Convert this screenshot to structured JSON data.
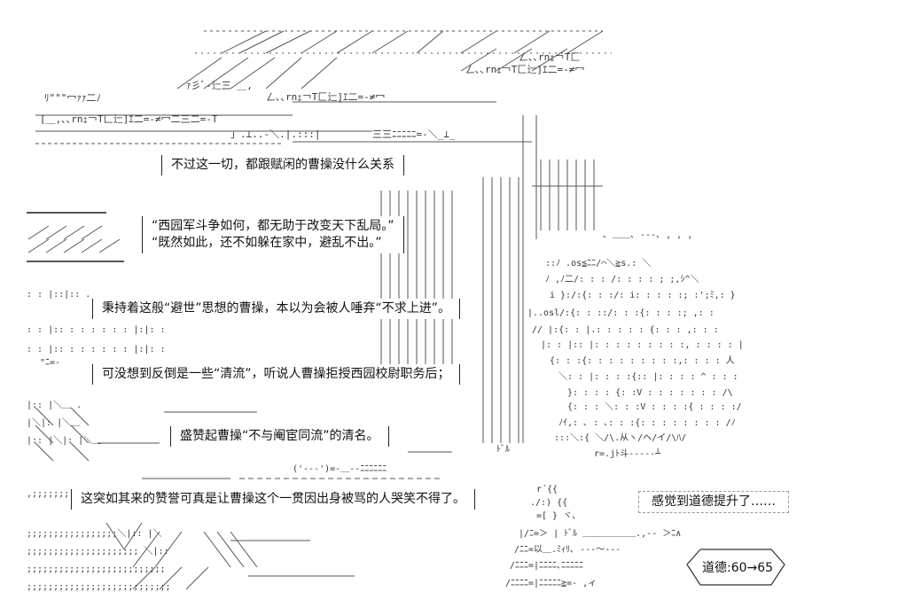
{
  "captions": {
    "c1": "不过这一切，都跟赋闲的曹操没什么关系",
    "c2_l1": "“西园军斗争如何，都无助于改变天下乱局。”",
    "c2_l2": "“既然如此，还不如躲在家中，避乱不出。”",
    "c3": "秉持着这般“避世”思想的曹操，本以为会被人唾弃“不求上进”。",
    "c4": "可没想到反倒是一些“清流”，听说人曹操拒授西园校尉职务后；",
    "c5": "盛赞起曹操“不与阉宦同流”的清名。",
    "c6": "这突如其来的赞誉可真是让曹操这个一贯因出身被骂的人哭笑不得了。",
    "c7": "感觉到道德提升了……",
    "status": "道德:60→65"
  },
  "icons": {
    "roof": "roof-lines-art",
    "building": "building-columns-art",
    "figure": "seated-figure-art"
  }
}
